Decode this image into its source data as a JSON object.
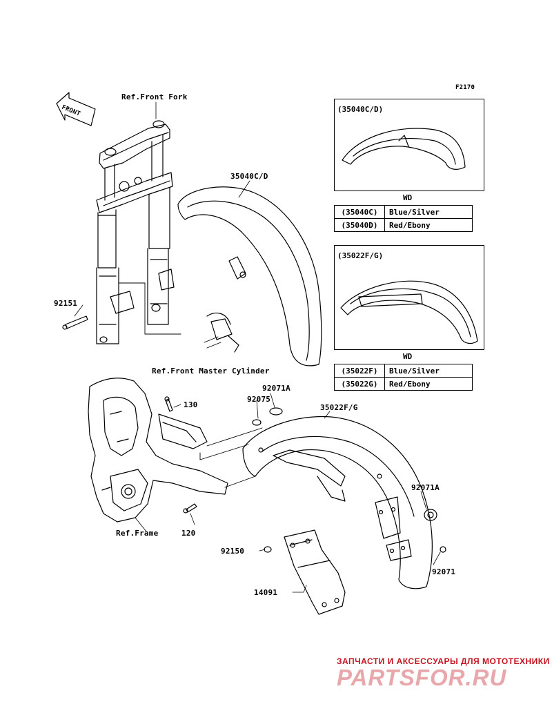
{
  "figure_code": "F2170",
  "front_arrow_label": "FRONT",
  "refs": {
    "front_fork": "Ref.Front Fork",
    "front_master_cylinder": "Ref.Front Master Cylinder",
    "frame": "Ref.Frame"
  },
  "parts": {
    "front_fender": "35040C/D",
    "bolt_fork": "92151",
    "cap_92071A_top": "92071A",
    "grommet_92075": "92075",
    "rear_fender": "35022F/G",
    "bolt_130": "130",
    "bolt_120": "120",
    "cap_92071A_right": "92071A",
    "bolt_92150": "92150",
    "cap_92071": "92071",
    "flap_14091": "14091"
  },
  "insets": [
    {
      "title": "(35040C/D)",
      "wd_label": "WD",
      "colors": [
        {
          "code": "(35040C)",
          "color": "Blue/Silver"
        },
        {
          "code": "(35040D)",
          "color": "Red/Ebony"
        }
      ]
    },
    {
      "title": "(35022F/G)",
      "wd_label": "WD",
      "colors": [
        {
          "code": "(35022F)",
          "color": "Blue/Silver"
        },
        {
          "code": "(35022G)",
          "color": "Red/Ebony"
        }
      ]
    }
  ],
  "watermark": {
    "line1": "ЗАПЧАСТИ И АКСЕССУАРЫ ДЛЯ МОТОТЕХНИКИ",
    "brand": "PARTSFOR.RU",
    "line_color": "#c41420",
    "brand_color": "#e8a7ab"
  }
}
